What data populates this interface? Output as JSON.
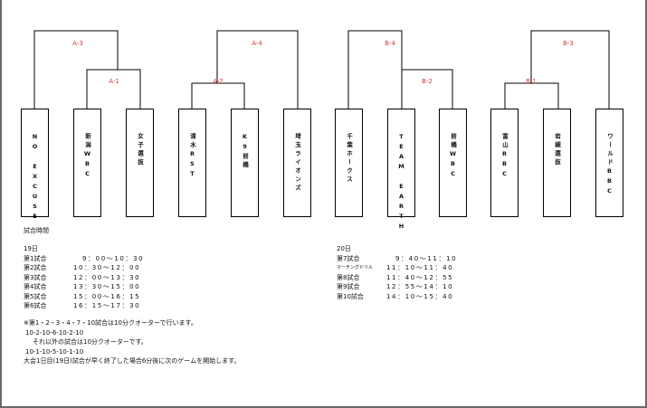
{
  "bracket": {
    "labels": {
      "a3": "A-3",
      "a1": "A-1",
      "a4": "A-4",
      "a2": "A-2",
      "b4": "B-4",
      "b2": "B-2",
      "b3": "B-3",
      "b1": "B-1"
    },
    "teams": [
      "NO EXCUSE",
      "新潟WBC",
      "女子選抜",
      "清水RST",
      "K9前橋",
      "埼玉ライオンズ",
      "千葉ホークス",
      "TEAM EARTH",
      "前橋WBC",
      "富山RBC",
      "岩槻選抜",
      "ワールドBBC"
    ],
    "line_color": "#000000",
    "label_color": "#d23a3a"
  },
  "schedule": {
    "title": "試合時間",
    "day1": {
      "heading": "19日",
      "rows": [
        {
          "game": "第1試合",
          "time": "9：00～10：30"
        },
        {
          "game": "第2試合",
          "time": "10：30～12：00"
        },
        {
          "game": "第3試合",
          "time": "12：00～13：30"
        },
        {
          "game": "第4試合",
          "time": "13：30～15：00"
        },
        {
          "game": "第5試合",
          "time": "15：00～16：15"
        },
        {
          "game": "第6試合",
          "time": "16：15～17：30"
        }
      ]
    },
    "day2": {
      "heading": "20日",
      "rows": [
        {
          "game": "第7試合",
          "time": "9：40～11：10"
        },
        {
          "game": "マーチングドリル",
          "time": "11：10～11：40"
        },
        {
          "game": "第8試合",
          "time": "11：40～12：55"
        },
        {
          "game": "第9試合",
          "time": "12：55～14：10"
        },
        {
          "game": "第10試合",
          "time": "14：10～15：40"
        }
      ]
    }
  },
  "notes": [
    "※第1・2・3・4・7・10試合は10分クオーターで行います。",
    "10-2-10-6-10-2-10",
    "それ以外の試合は10分クオーターです。",
    "10-1-10-5-10-1-10",
    "大会1日目(19日)試合が早く終了した場合6分後に次のゲームを開始します。"
  ]
}
